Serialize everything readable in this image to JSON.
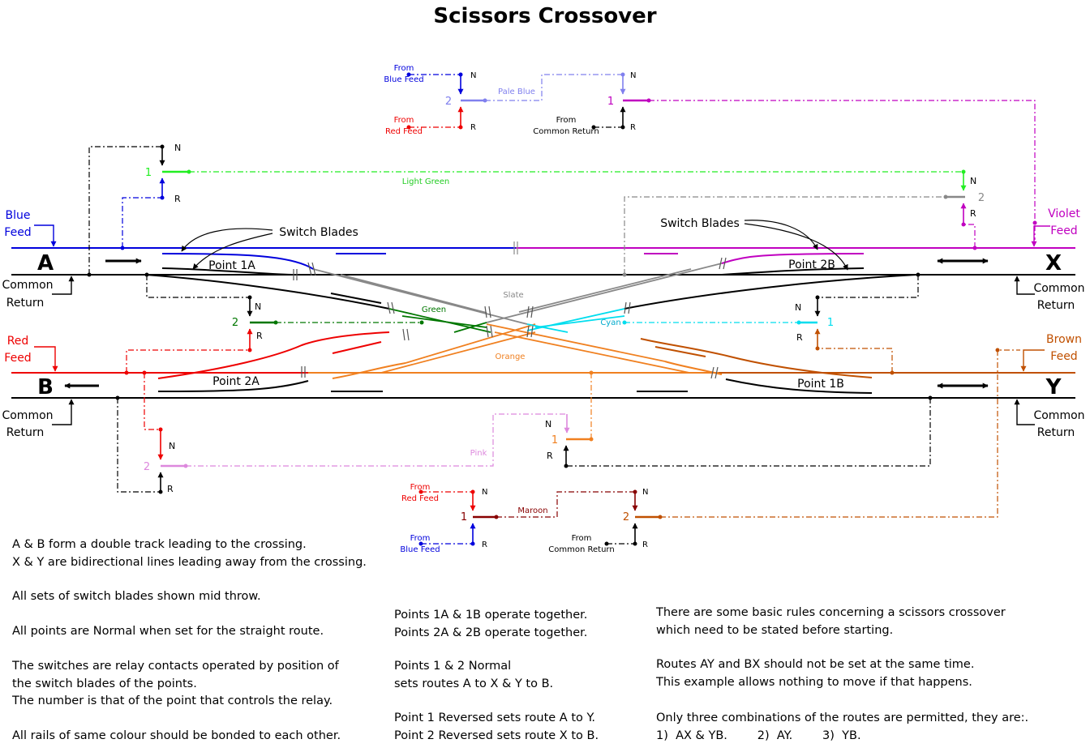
{
  "title": "Scissors Crossover",
  "colors": {
    "blue": "#0000dd",
    "violet": "#c000c0",
    "red": "#ee0000",
    "brown": "#c05000",
    "slate": "#888888",
    "green": "#007700",
    "cyan": "#00ddee",
    "orange": "#f08020",
    "light_green": "#22ee22",
    "pale_blue": "#8080ee",
    "pink": "#dd88dd",
    "maroon": "#880000",
    "black": "#000000"
  },
  "track_ends": {
    "a": "A",
    "b": "B",
    "x": "X",
    "y": "Y"
  },
  "feeds": {
    "blue": [
      "Blue",
      "Feed"
    ],
    "violet": [
      "Violet",
      "Feed"
    ],
    "red": [
      "Red",
      "Feed"
    ],
    "brown": [
      "Brown",
      "Feed"
    ]
  },
  "common_return": [
    "Common",
    "Return"
  ],
  "switch_blades": "Switch Blades",
  "points": {
    "p1a": "Point 1A",
    "p2a": "Point 2A",
    "p1b": "Point 1B",
    "p2b": "Point 2B"
  },
  "wire_labels": {
    "light_green": "Light Green",
    "pale_blue": "Pale Blue",
    "slate": "Slate",
    "green": "Green",
    "cyan": "Cyan",
    "orange": "Orange",
    "pink": "Pink",
    "maroon": "Maroon"
  },
  "relay": {
    "normal": "N",
    "reverse": "R",
    "one": "1",
    "two": "2"
  },
  "from": {
    "from": "From",
    "blue_feed": "Blue Feed",
    "red_feed": "Red Feed",
    "common_return": "Common Return"
  },
  "notes_left": [
    "A & B form a double track leading to the crossing.\nX & Y are bidirectional lines leading away from the crossing.",
    "All sets of switch blades shown mid throw.",
    "All points are Normal when set for the straight route.",
    "The switches are relay contacts operated by position of\nthe switch blades of the points.\nThe number is that of the point that controls the relay.",
    "All rails of same colour should be bonded to each other."
  ],
  "notes_middle": [
    "Points 1A & 1B operate together.\nPoints 2A & 2B operate together.",
    "Points 1 & 2 Normal\nsets routes A to X & Y to B.",
    "Point 1 Reversed sets route A to Y.\nPoint 2 Reversed sets route X to B."
  ],
  "notes_right": [
    "There are some basic rules concerning a scissors crossover\nwhich need to be stated before starting.",
    "Routes AY and BX should not be set at the same time.\nThis example allows nothing to move if that happens.",
    "Only three combinations of the routes are permitted, they are:.\n1)  AX & YB.        2)  AY.        3)  YB."
  ]
}
